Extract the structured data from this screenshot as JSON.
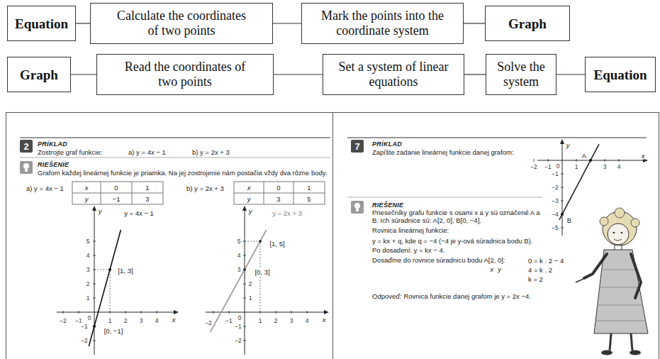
{
  "diagram": {
    "nodes": [
      {
        "text": [
          "Equation"
        ]
      },
      {
        "text": [
          "Calculate the coordinates of two points"
        ]
      },
      {
        "text": [
          "Mark the points into the coordinate system"
        ]
      },
      {
        "text": [
          "Graph"
        ]
      },
      {
        "text": [
          "Graph"
        ]
      },
      {
        "text": [
          "Read the coordinates of two points"
        ]
      },
      {
        "text": [
          "Set a system of linear equations"
        ]
      },
      {
        "text": [
          "Solve the system"
        ]
      },
      {
        "text": [
          "Equation"
        ]
      },
      {
        "text": [
          "PRÍKLAD",
          "Zostrojte graf funkcie:",
          "a) y = 4x − 1",
          "b) y = 2x + 3",
          "RIEŠENIE",
          "Grafom každej lineárnej funkcie je priamka. Na jej zostrojenie nám postačia vždy dva rôzne body.",
          "a) y = 4x − 1",
          "b) y = 2x + 3"
        ]
      },
      {
        "text": [
          "PRÍKLAD",
          "Zapíšte zadanie lineárnej funkcie danej grafom:",
          "RIEŠENIE",
          "Priesečníky grafu funkcie s osami x a y sú označené A a B. Ich súradnice sú: A[2, 0], B[0, −4].",
          "Rovnica lineárnej funkcie:",
          "y = kx + q, kde q = −4 (−4 je y-ová súradnica bodu B).",
          "Po dosadení: y = kx − 4.",
          "Dosaďme do rovnice súradnicu bodu A[2, 0]:",
          "0 = k . 2 − 4",
          "4 = k . 2",
          "k = 2",
          "Odpoveď: Rovnica funkcie danej grafom je y = 2x −4."
        ]
      }
    ],
    "edges": [
      {
        "from": 0,
        "to": 1,
        "arrow": "none"
      },
      {
        "from": 1,
        "to": 2,
        "arrow": "none"
      },
      {
        "from": 2,
        "to": 3,
        "arrow": "none"
      },
      {
        "from": 4,
        "to": 5,
        "arrow": "none"
      },
      {
        "from": 5,
        "to": 6,
        "arrow": "none"
      },
      {
        "from": 6,
        "to": 7,
        "arrow": "none"
      },
      {
        "from": 7,
        "to": 8,
        "arrow": "none"
      }
    ],
    "labels": [
      "2",
      "x",
      "0",
      "1",
      "y",
      "−1",
      "3",
      "x",
      "0",
      "1",
      "y",
      "3",
      "5",
      "y",
      "y = 4x − 1",
      "[1, 3]",
      "[0, −1]",
      "x",
      "−2",
      "−1",
      "0",
      "1",
      "2",
      "3",
      "4",
      "5",
      "4",
      "3",
      "2",
      "1",
      "−1",
      "−2",
      "y",
      "y = 2x + 3",
      "[1, 5]",
      "[0, 3]",
      "x",
      "−2",
      "−1",
      "0",
      "1",
      "2",
      "3",
      "4",
      "5",
      "4",
      "3",
      "2",
      "1",
      "−1",
      "−2",
      "7",
      "y",
      "A",
      "x",
      "B",
      "−2",
      "−1",
      "0",
      "1",
      "3",
      "4",
      "−1",
      "−2",
      "−3",
      "−4",
      "−5",
      "x",
      "y"
    ]
  }
}
